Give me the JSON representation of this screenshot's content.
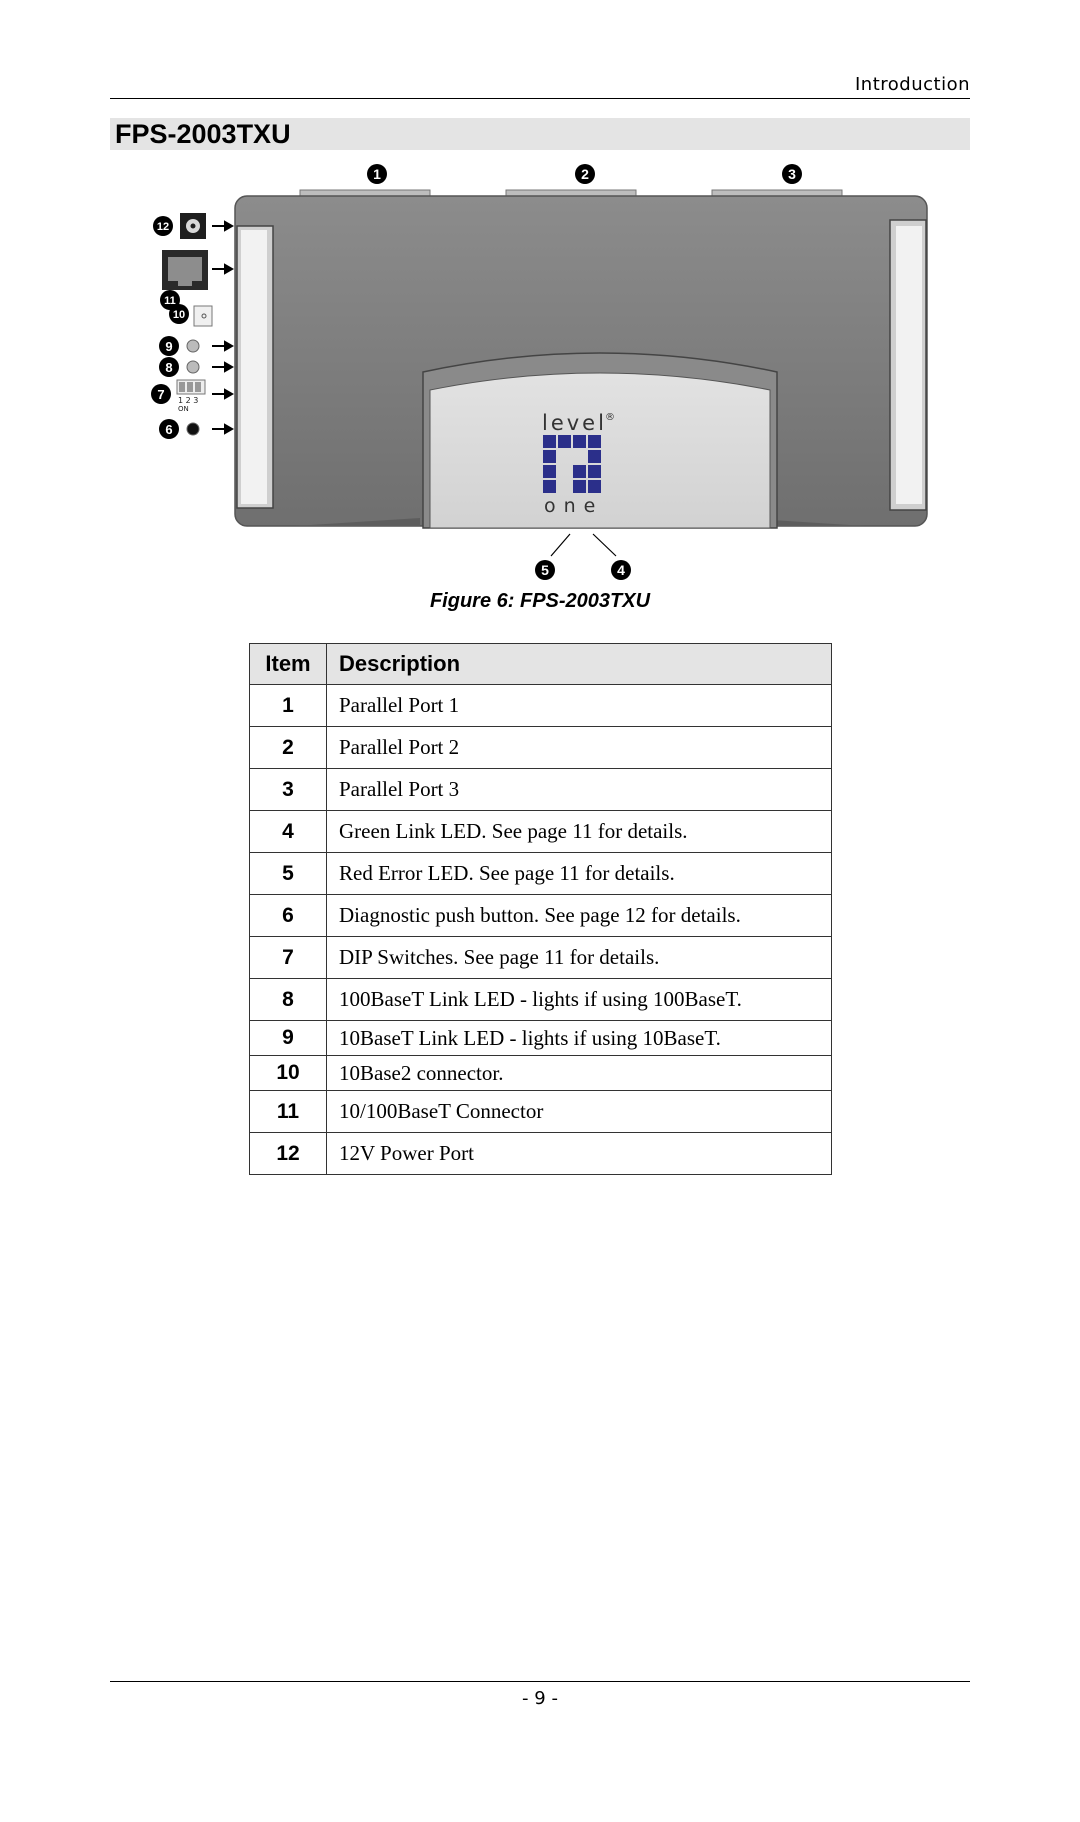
{
  "header": {
    "section": "Introduction"
  },
  "title": "FPS-2003TXU",
  "figure": {
    "caption": "Figure 6: FPS-2003TXU",
    "top_callouts": [
      "1",
      "2",
      "3"
    ],
    "left_callouts": [
      "12",
      "11",
      "10",
      "9",
      "8",
      "7",
      "6"
    ],
    "bottom_callouts": [
      "5",
      "4"
    ],
    "logo_top": "level",
    "logo_bottom": "one",
    "dip_labels": "1 2 3",
    "dip_on": "ON"
  },
  "table": {
    "headers": {
      "item": "Item",
      "description": "Description"
    },
    "rows": [
      {
        "item": "1",
        "description": "Parallel Port 1"
      },
      {
        "item": "2",
        "description": "Parallel Port 2"
      },
      {
        "item": "3",
        "description": "Parallel Port 3"
      },
      {
        "item": "4",
        "description": "Green Link LED. See page 11 for details."
      },
      {
        "item": "5",
        "description": "Red Error LED. See page 11 for details."
      },
      {
        "item": "6",
        "description": "Diagnostic push button. See page 12 for details."
      },
      {
        "item": "7",
        "description": "DIP Switches. See page 11 for details."
      },
      {
        "item": "8",
        "description": "100BaseT Link LED - lights if using 100BaseT."
      },
      {
        "item": "9",
        "description": "10BaseT Link LED - lights if using 10BaseT."
      },
      {
        "item": "10",
        "description": "10Base2 connector."
      },
      {
        "item": "11",
        "description": "10/100BaseT Connector"
      },
      {
        "item": "12",
        "description": "12V Power Port"
      }
    ]
  },
  "footer": {
    "page": "- 9 -"
  }
}
